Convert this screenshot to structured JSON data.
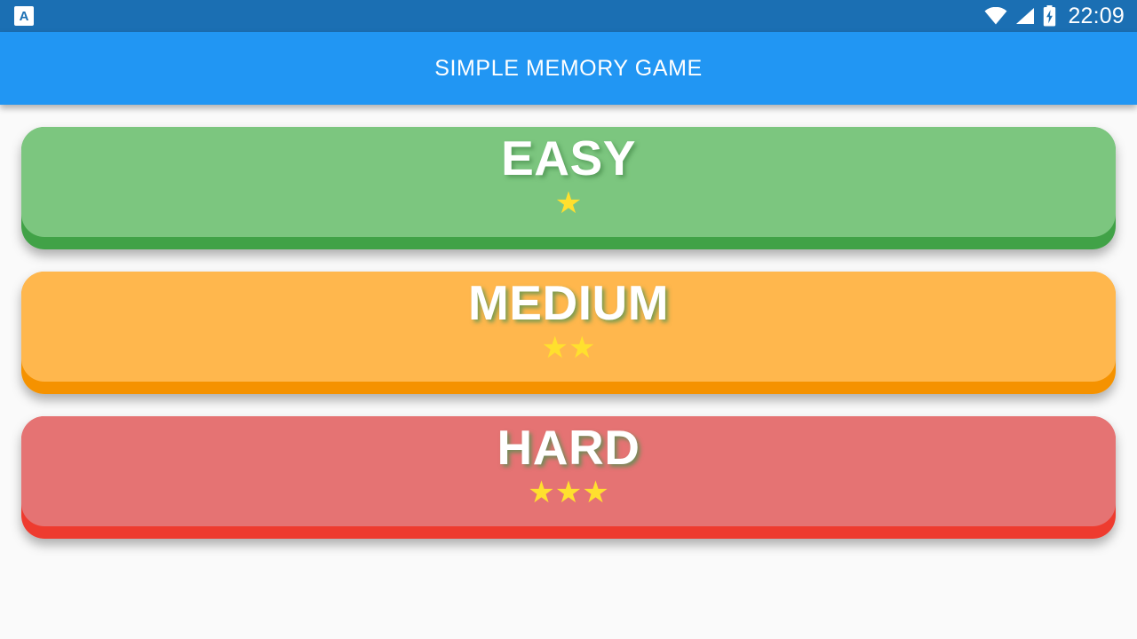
{
  "status_bar": {
    "app_badge_letter": "A",
    "icons": [
      "wifi-icon",
      "signal-icon",
      "battery-charging-icon"
    ],
    "time": "22:09",
    "background_color": "#1B6FB3"
  },
  "app_bar": {
    "title": "SIMPLE MEMORY GAME",
    "background_color": "#2196F3",
    "text_color": "#FFFFFF"
  },
  "screen": {
    "background_color": "#FAFAFA"
  },
  "levels": [
    {
      "label": "EASY",
      "stars": "★",
      "star_count": 1,
      "face_color": "#7CC67F",
      "lip_color": "#41A247"
    },
    {
      "label": "MEDIUM",
      "stars": "★★",
      "star_count": 2,
      "face_color": "#FFB74D",
      "lip_color": "#F59200"
    },
    {
      "label": "HARD",
      "stars": "★★★",
      "star_count": 3,
      "face_color": "#E57373",
      "lip_color": "#EE3B2F"
    }
  ],
  "star_color": "#FFE02E"
}
